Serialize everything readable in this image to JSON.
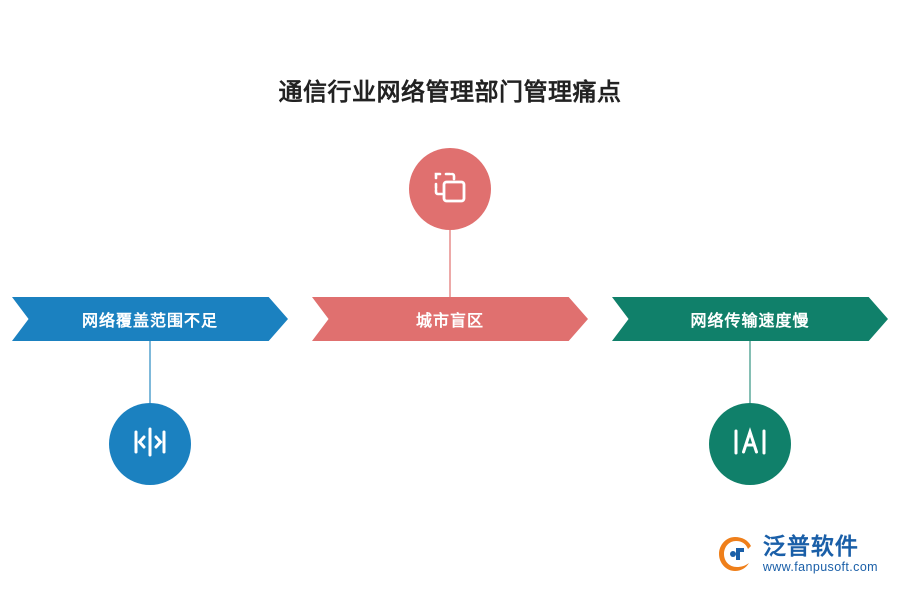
{
  "page": {
    "title": "通信行业网络管理部门管理痛点",
    "background": "#ffffff"
  },
  "colors": {
    "blue": "#1b81c0",
    "red": "#e0706f",
    "green": "#10806a",
    "title_text": "#222222",
    "logo_blue": "#1a5fa8",
    "logo_orange": "#ef7f1a"
  },
  "columns": [
    {
      "id": "column-1",
      "banner_label": "网络覆盖范围不足",
      "banner_color": "#1b81c0",
      "icon_position": "bottom",
      "icon_name": "network-signal-icon",
      "icon_color": "#1b81c0",
      "connector_color": "#7fb9da"
    },
    {
      "id": "column-2",
      "banner_label": "城市盲区",
      "banner_color": "#e0706f",
      "icon_position": "top",
      "icon_name": "selection-frame-icon",
      "icon_color": "#e0706f",
      "connector_color": "#eda9a8"
    },
    {
      "id": "column-3",
      "banner_label": "网络传输速度慢",
      "banner_color": "#10806a",
      "icon_position": "bottom",
      "icon_name": "bracket-a-icon",
      "icon_color": "#10806a",
      "connector_color": "#85bfb4"
    }
  ],
  "logo": {
    "name": "泛普软件",
    "url": "www.fanpusoft.com"
  }
}
